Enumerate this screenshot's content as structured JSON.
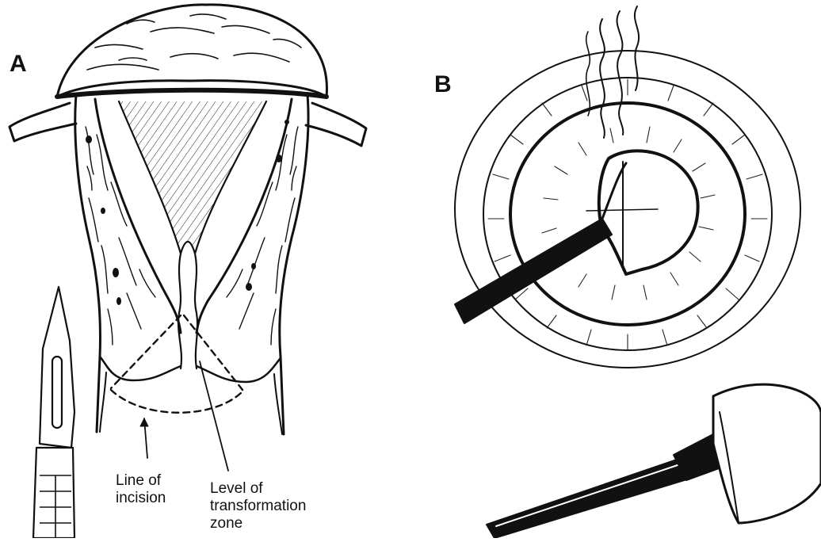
{
  "panels": {
    "a": {
      "letter": "A"
    },
    "b": {
      "letter": "B"
    }
  },
  "annotations": {
    "incision": "Line of\nincision",
    "transformation_zone": "Level of\ntransformation\nzone"
  },
  "colors": {
    "ink": "#111111",
    "paper": "#ffffff"
  }
}
